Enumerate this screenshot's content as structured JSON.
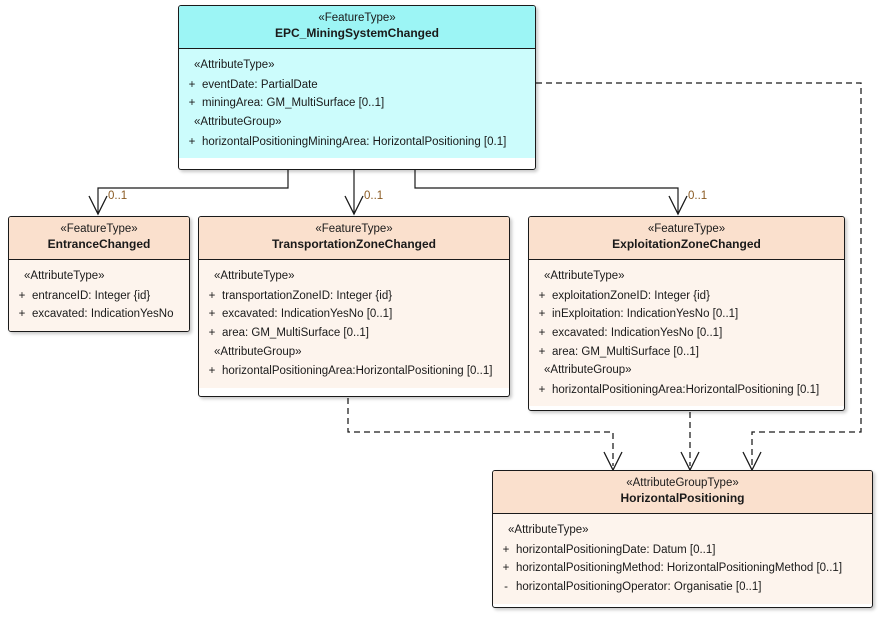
{
  "diagram": {
    "type": "uml-class-diagram",
    "colors": {
      "feature_header": "#9cf5f5",
      "feature_body": "#ccfcfc",
      "peach_header": "#fae0cd",
      "peach_body": "#fdf4ed",
      "line": "#1a1a1a",
      "multiplicity_label": "#8a5a22"
    }
  },
  "classes": {
    "root": {
      "stereotype": "«FeatureType»",
      "name": "EPC_MiningSystemChanged",
      "groups": [
        {
          "label": "«AttributeType»",
          "attributes": [
            {
              "visibility": "+",
              "text": "eventDate: PartialDate"
            },
            {
              "visibility": "+",
              "text": "miningArea: GM_MultiSurface [0..1]"
            }
          ]
        },
        {
          "label": "«AttributeGroup»",
          "attributes": [
            {
              "visibility": "+",
              "text": "horizontalPositioningMiningArea: HorizontalPositioning [0.1]"
            }
          ]
        }
      ]
    },
    "entrance": {
      "stereotype": "«FeatureType»",
      "name": "EntranceChanged",
      "groups": [
        {
          "label": "«AttributeType»",
          "attributes": [
            {
              "visibility": "+",
              "text": "entranceID: Integer {id}"
            },
            {
              "visibility": "+",
              "text": "excavated: IndicationYesNo"
            }
          ]
        }
      ]
    },
    "transportation": {
      "stereotype": "«FeatureType»",
      "name": "TransportationZoneChanged",
      "groups": [
        {
          "label": "«AttributeType»",
          "attributes": [
            {
              "visibility": "+",
              "text": "transportationZoneID: Integer {id}"
            },
            {
              "visibility": "+",
              "text": "excavated: IndicationYesNo [0..1]"
            },
            {
              "visibility": "+",
              "text": "area: GM_MultiSurface [0..1]"
            }
          ]
        },
        {
          "label": "«AttributeGroup»",
          "attributes": [
            {
              "visibility": "+",
              "text": "horizontalPositioningArea:HorizontalPositioning [0..1]"
            }
          ]
        }
      ]
    },
    "exploitation": {
      "stereotype": "«FeatureType»",
      "name": "ExploitationZoneChanged",
      "groups": [
        {
          "label": "«AttributeType»",
          "attributes": [
            {
              "visibility": "+",
              "text": "exploitationZoneID: Integer {id}"
            },
            {
              "visibility": "+",
              "text": "inExploitation: IndicationYesNo [0..1]"
            },
            {
              "visibility": "+",
              "text": "excavated: IndicationYesNo [0..1]"
            },
            {
              "visibility": "+",
              "text": "area: GM_MultiSurface [0..1]"
            }
          ]
        },
        {
          "label": "«AttributeGroup»",
          "attributes": [
            {
              "visibility": "+",
              "text": "horizontalPositioningArea:HorizontalPositioning [0.1]"
            }
          ]
        }
      ]
    },
    "horizontal": {
      "stereotype": "«AttributeGroupType»",
      "name": "HorizontalPositioning",
      "groups": [
        {
          "label": "«AttributeType»",
          "attributes": [
            {
              "visibility": "+",
              "text": "horizontalPositioningDate: Datum [0..1]"
            },
            {
              "visibility": "+",
              "text": "horizontalPositioningMethod: HorizontalPositioningMethod [0..1]"
            },
            {
              "visibility": "-",
              "text": "horizontalPositioningOperator: Organisatie [0..1]"
            }
          ]
        }
      ]
    }
  },
  "multiplicities": {
    "entrance": "0..1",
    "transportation": "0..1",
    "exploitation": "0..1"
  }
}
